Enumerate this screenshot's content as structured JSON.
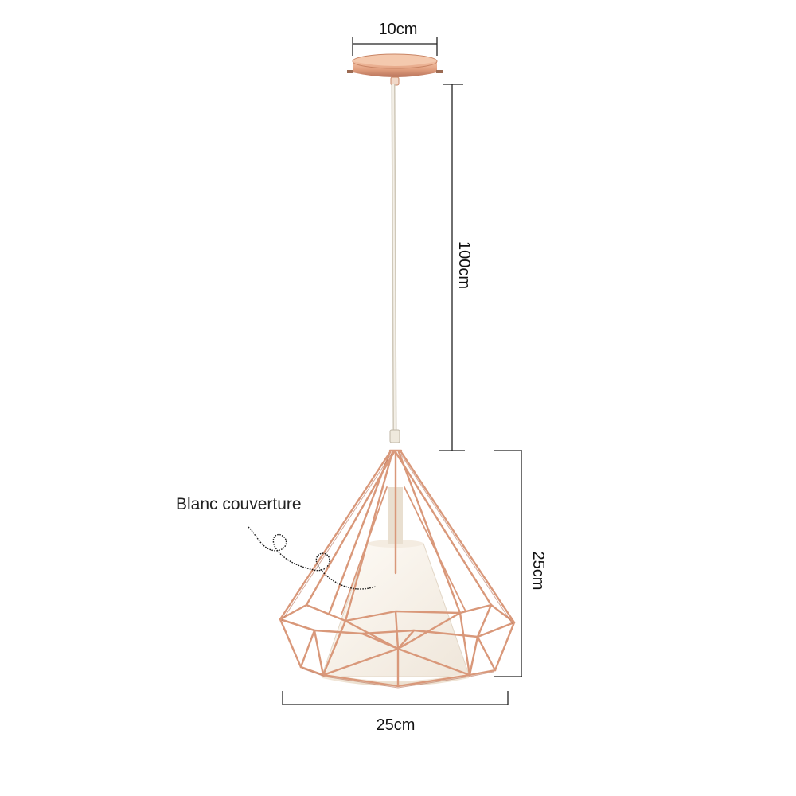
{
  "dimensions": {
    "canopy_width": "10cm",
    "cable_length": "100cm",
    "shade_height": "25cm",
    "shade_width": "25cm"
  },
  "annotation": {
    "label": "Blanc couverture"
  },
  "colors": {
    "rose_gold": "#d89a78",
    "rose_gold_dark": "#b8735a",
    "cable": "#e8e2d6",
    "shade": "#fbf7f1",
    "dimension_line": "#222222"
  }
}
